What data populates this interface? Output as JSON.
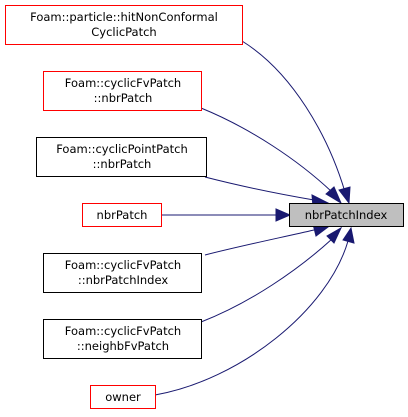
{
  "graph": {
    "colors": {
      "edge": "#191970",
      "link_border_red": "#ff0000",
      "link_border_black": "#000000",
      "focus_fill": "#bfbfbf"
    },
    "focus": {
      "lines": [
        "nbrPatchIndex"
      ]
    },
    "callers": [
      {
        "id": "hitNonConformalCyclicPatch",
        "lines": [
          "Foam::particle::hitNonConformal",
          "CyclicPatch"
        ],
        "border": "red"
      },
      {
        "id": "cyclicFvPatch-nbrPatch",
        "lines": [
          "Foam::cyclicFvPatch",
          "::nbrPatch"
        ],
        "border": "red"
      },
      {
        "id": "cyclicPointPatch-nbrPatch",
        "lines": [
          "Foam::cyclicPointPatch",
          "::nbrPatch"
        ],
        "border": "black"
      },
      {
        "id": "nbrPatch",
        "lines": [
          "nbrPatch"
        ],
        "border": "red"
      },
      {
        "id": "cyclicFvPatch-nbrPatchIndex",
        "lines": [
          "Foam::cyclicFvPatch",
          "::nbrPatchIndex"
        ],
        "border": "black"
      },
      {
        "id": "cyclicFvPatch-neighbFvPatch",
        "lines": [
          "Foam::cyclicFvPatch",
          "::neighbFvPatch"
        ],
        "border": "black"
      },
      {
        "id": "owner",
        "lines": [
          "owner"
        ],
        "border": "red"
      }
    ]
  }
}
